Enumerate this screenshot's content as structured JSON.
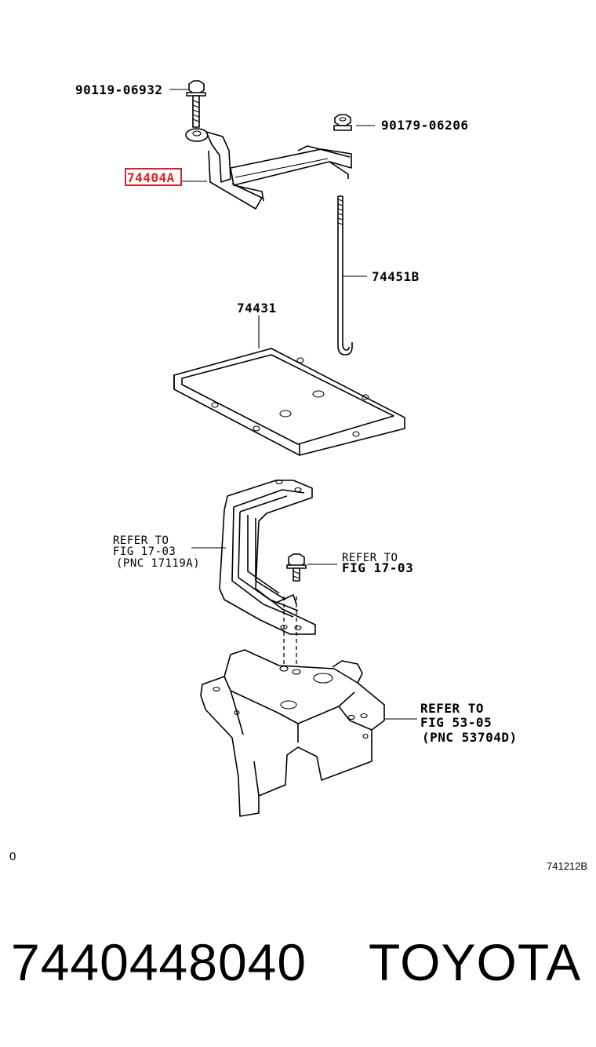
{
  "labels": {
    "bolt_top": "90119-06932",
    "nut_top": "90179-06206",
    "clamp_highlighted": "74404A",
    "rod": "74451B",
    "tray": "74431",
    "refer_bracket_1": "REFER TO",
    "refer_bracket_2": "FIG 17-03",
    "refer_bracket_3": "(PNC 17119A)",
    "refer_bolt_1": "REFER TO",
    "refer_bolt_2": "FIG 17-03",
    "refer_carrier_1": "REFER TO",
    "refer_carrier_2": "FIG 53-05",
    "refer_carrier_3": "(PNC 53704D)"
  },
  "corner": {
    "left": "0",
    "right": "741212B"
  },
  "footer": {
    "part_number": "7440448040",
    "brand": "TOYOTA"
  },
  "colors": {
    "highlight": "#d6232a",
    "ink": "#000000"
  }
}
